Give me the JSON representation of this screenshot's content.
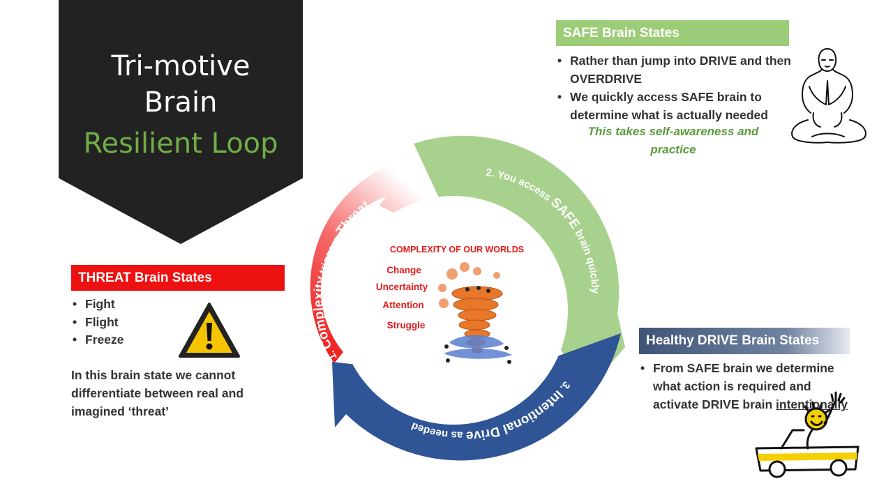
{
  "title": {
    "line1": "Tri-motive",
    "line2": "Brain",
    "line3": "Resilient Loop"
  },
  "safe": {
    "header": "SAFE Brain States",
    "bullets": [
      "Rather than jump into DRIVE and then OVERDRIVE",
      "We quickly access SAFE brain to determine what is actually needed"
    ],
    "note": "This takes self-awareness and practice"
  },
  "threat": {
    "header": "THREAT Brain States",
    "bullets": [
      "Fight",
      "Flight",
      "Freeze"
    ],
    "paragraph": "In this brain state we cannot differentiate between real and imagined ‘threat’"
  },
  "drive": {
    "header": "Healthy DRIVE Brain States",
    "bullet_text": "From SAFE brain we determine what action is required and activate DRIVE brain",
    "bullet_underlined": "intentionally"
  },
  "loop": {
    "arrow1_prefix": "1. ",
    "arrow1_big": "Complexity",
    "arrow1_mid": " triggers ",
    "arrow1_end": "Threat",
    "arrow2_prefix": "2. You access ",
    "arrow2_big": "SAFE",
    "arrow2_end": " brain quickly",
    "arrow3_prefix": "3. ",
    "arrow3_big": "Intentional Drive",
    "arrow3_end": " as needed",
    "colors": {
      "threat": "#ee1111",
      "safe": "#a9d18e",
      "drive": "#2f5597"
    }
  },
  "center": {
    "title": "COMPLEXITY OF OUR WORLDS",
    "words": [
      "Change",
      "Uncertainty",
      "Attention",
      "Struggle"
    ]
  },
  "icons": {
    "warning": "warning-triangle-icon",
    "meditation": "meditating-person-icon",
    "car": "happy-driver-car-icon",
    "tornado": "tornado-icon"
  }
}
